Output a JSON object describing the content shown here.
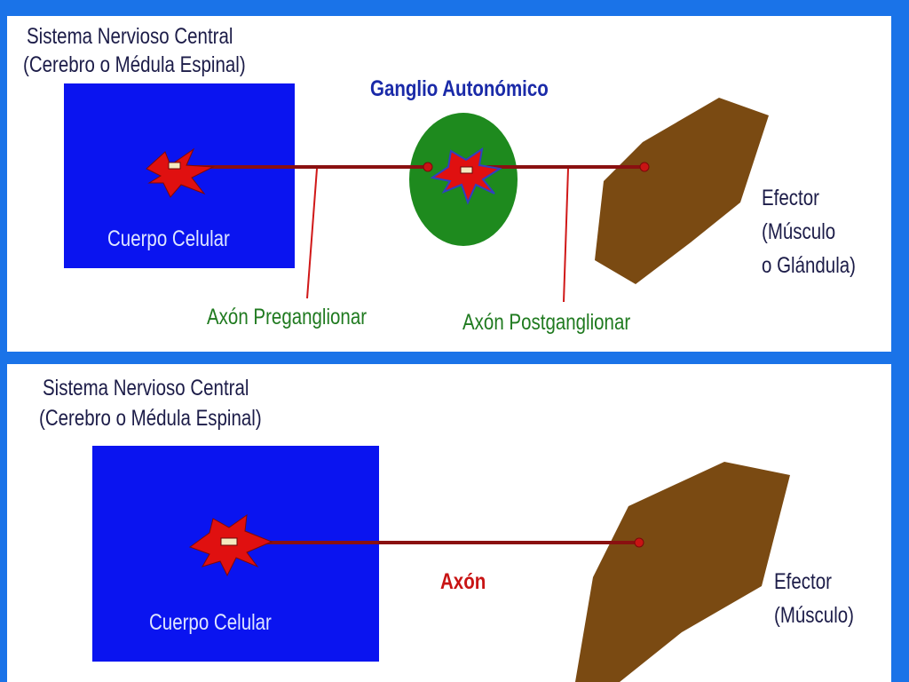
{
  "top_panel": {
    "cns_title_line1": "Sistema Nervioso Central",
    "cns_title_line2": "(Cerebro o Médula Espinal)",
    "ganglion_label": "Ganglio Autonómico",
    "cell_body_label": "Cuerpo Celular",
    "effector_line1": "Efector",
    "effector_line2": "(Músculo",
    "effector_line3": "o Glándula)",
    "preganglionic_label": "Axón Preganglionar",
    "postganglionic_label": "Axón Postganglionar"
  },
  "bottom_panel": {
    "cns_title_line1": "Sistema Nervioso Central",
    "cns_title_line2": "(Cerebro o Médula Espinal)",
    "cell_body_label": "Cuerpo Celular",
    "axon_label": "Axón",
    "effector_line1": "Efector",
    "effector_line2": "(Músculo)"
  },
  "colors": {
    "background": "#1a73e8",
    "cns_box": "#0a14f0",
    "neuron": "#e01010",
    "ganglion": "#1e8a1e",
    "effector": "#7a4a12",
    "axon": "#8a1010"
  }
}
